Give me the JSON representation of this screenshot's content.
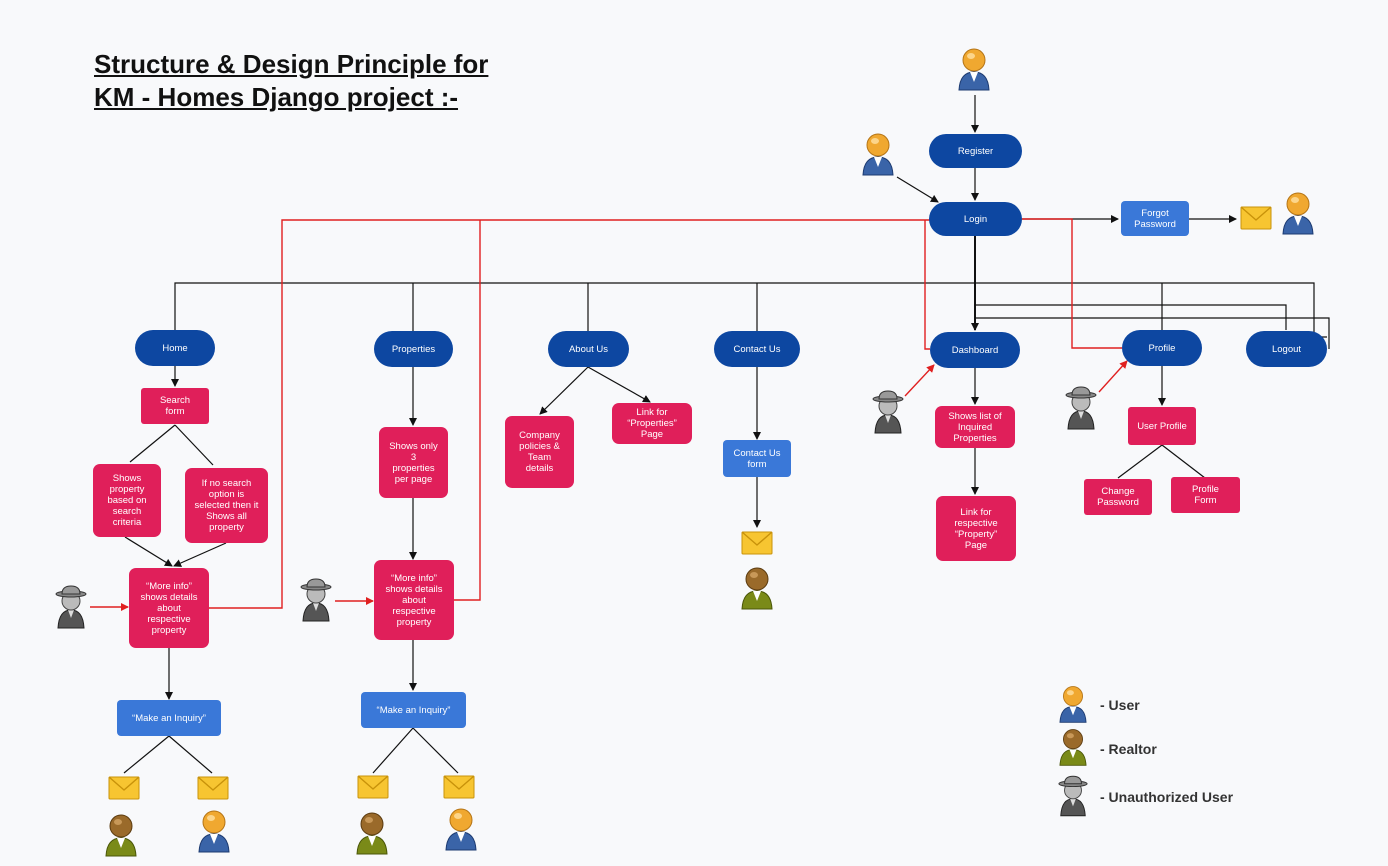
{
  "title": {
    "line1": "Structure & Design Principle for",
    "line2": "KM - Homes Django project :-"
  },
  "nodes": {
    "register": "Register",
    "login": "Login",
    "forgot_password": "Forgot Password",
    "home": "Home",
    "properties": "Properties",
    "about_us": "About Us",
    "contact_us": "Contact Us",
    "dashboard": "Dashboard",
    "profile": "Profile",
    "logout": "Logout",
    "search_form": "Search form",
    "shows_property": "Shows property based on search criteria",
    "no_search": "If no search option is selected then it Shows all property",
    "more_info_home": "“More info” shows details about respective property",
    "inquiry_home": "“Make an Inquiry”",
    "shows_3": "Shows only 3 properties per page",
    "more_info_props": "“More info” shows details about respective property",
    "inquiry_props": "“Make an Inquiry”",
    "company_policies": "Company policies & Team details",
    "link_properties": "Link for “Properties” Page",
    "contact_form": "Contact Us form",
    "inquired_list": "Shows list of Inquired Properties",
    "link_property": "Link for respective “Property” Page",
    "user_profile": "User Profile",
    "change_password": "Change Password",
    "profile_form": "Profile Form"
  },
  "legend": {
    "user": "- User",
    "realtor": "- Realtor",
    "unauthorized": "- Unauthorized User"
  },
  "colors": {
    "pill": "#0d47a1",
    "pink": "#e01f5a",
    "blue": "#3a78d8",
    "red_line": "#e02020",
    "black_line": "#111111"
  },
  "icons": {
    "user": "user-icon",
    "realtor": "realtor-icon",
    "unauthorized": "unauthorized-user-icon",
    "mail": "envelope-icon"
  }
}
